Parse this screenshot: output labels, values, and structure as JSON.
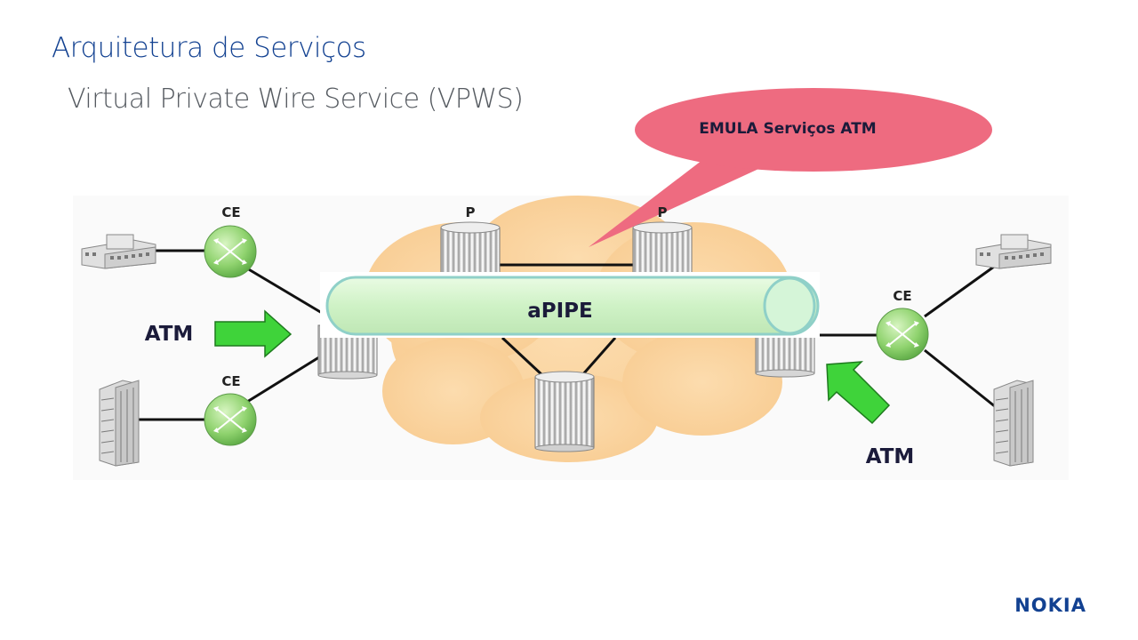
{
  "slide": {
    "title": "Arquitetura de Serviços",
    "subtitle": "Virtual Private Wire Service (VPWS)"
  },
  "diagram": {
    "callout_text": "EMULA Serviços ATM",
    "pipe_label": "aPIPE",
    "ce_label": "CE",
    "p_label": "P",
    "atm_left": "ATM",
    "atm_right": "ATM"
  },
  "colors": {
    "title": "#124191",
    "callout": "#ee6b80",
    "pipe_fill": "#d4f7cd",
    "pipe_stroke": "#8fd0c8",
    "arrow": "#3fd33a",
    "cloud": "#fbd6a4",
    "router": "#8fd16e"
  },
  "icons": [
    "building-icon",
    "tower-building-icon",
    "router-icon",
    "p-router-icon",
    "arrow-icon",
    "cloud-icon"
  ],
  "brand": {
    "logo_text": "NOKIA"
  }
}
